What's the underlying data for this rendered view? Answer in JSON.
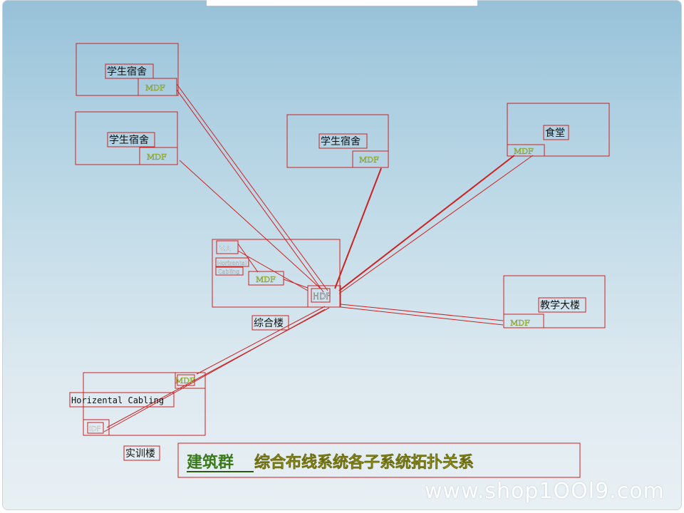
{
  "diagram": {
    "nodes": {
      "dorm1": {
        "label": "学生宿舍",
        "mdf": "MDF"
      },
      "dorm2": {
        "label": "学生宿舍",
        "mdf": "MDF"
      },
      "dorm3": {
        "label": "学生宿舍",
        "mdf": "MDF"
      },
      "canteen": {
        "label": "食堂",
        "mdf": "MDF"
      },
      "teaching": {
        "label": "教学大楼",
        "mdf": "MDF"
      },
      "complex": {
        "label": "综合楼",
        "mdf": "MDF",
        "hdf": "HDF",
        "idf": "IDF",
        "horizontal_small_1": "Horizental",
        "horizontal_small_2": "Cabling"
      },
      "training": {
        "label": "实训楼",
        "mdf": "MDF",
        "horizontal": "Horizental Cabling",
        "idf": "IDF"
      }
    },
    "title": {
      "prefix": "建筑群",
      "rest": "综合布线系统各子系统拓扑关系"
    },
    "watermark": "www.shop1OOl9.com"
  },
  "colors": {
    "line": "#cc2222",
    "mdf_text": "#b8d43a",
    "title_prefix": "#3a7a1a",
    "title_rest": "#c8c81e"
  }
}
